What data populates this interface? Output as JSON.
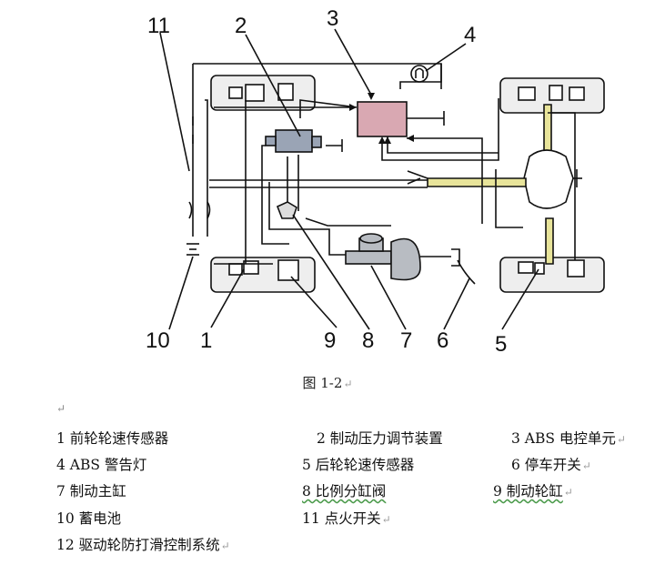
{
  "figure": {
    "caption": "图 1-2",
    "callouts": [
      "1",
      "2",
      "3",
      "4",
      "5",
      "6",
      "7",
      "8",
      "9",
      "10",
      "11"
    ]
  },
  "legend": {
    "items": [
      {
        "id": "1",
        "text": "1  前轮轮速传感器"
      },
      {
        "id": "2",
        "text": "2 制动压力调节装置"
      },
      {
        "id": "3",
        "text": "3 ABS 电控单元"
      },
      {
        "id": "4",
        "text": "4 ABS 警告灯"
      },
      {
        "id": "5",
        "text": "5 后轮轮速传感器"
      },
      {
        "id": "6",
        "text": "6 停车开关"
      },
      {
        "id": "7",
        "text": "7 制动主缸"
      },
      {
        "id": "8",
        "text": "8 比例分缸阀"
      },
      {
        "id": "9",
        "text": "9 制动轮缸"
      },
      {
        "id": "10",
        "text": "10 蓄电池"
      },
      {
        "id": "11",
        "text": "11 点火开关"
      },
      {
        "id": "12",
        "text": "12 驱动轮防打滑控制系统"
      }
    ]
  },
  "colors": {
    "line": "#111111",
    "wheel_fill": "#eeeeee",
    "ecu_fill": "#d9a8b2",
    "shaft_fill": "#e8e49a",
    "modulator_fill": "#9aa4b5",
    "booster_fill": "#b8bcc2"
  }
}
